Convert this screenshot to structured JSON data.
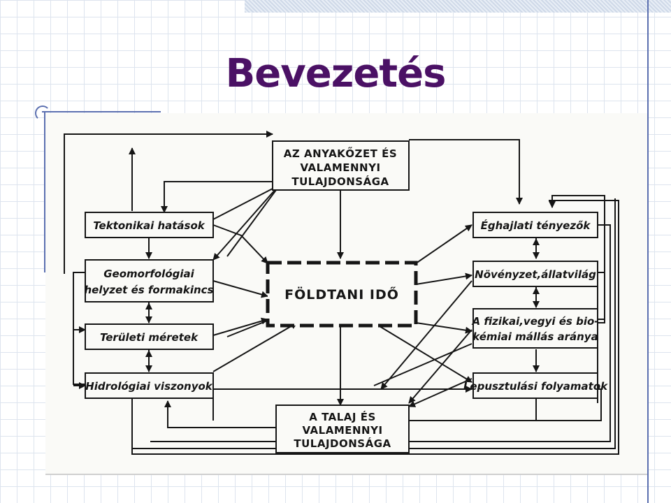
{
  "slide": {
    "title": "Bevezetés"
  },
  "diagram": {
    "center": "FÖLDTANI IDŐ",
    "parent_material": [
      "AZ ANYAKŐZET ÉS",
      "VALAMENNYI",
      "TULAJDONSÁGA"
    ],
    "soil": [
      "A TALAJ ÉS",
      "VALAMENNYI",
      "TULAJDONSÁGA"
    ],
    "left": {
      "tectonic": "Tektonikai hatások",
      "geomorph": [
        "Geomorfológiai",
        "helyzet és formakincs"
      ],
      "area": "Területi méretek",
      "hydro": "Hidrológiai viszonyok"
    },
    "right": {
      "climate": "Éghajlati tényezők",
      "vegetation": "Növényzet,állatvilág",
      "weathering": [
        "A fizikai,vegyi és bio-",
        "kémiai mállás aránya"
      ],
      "erosion": "Lepusztulási folyamatok"
    }
  }
}
